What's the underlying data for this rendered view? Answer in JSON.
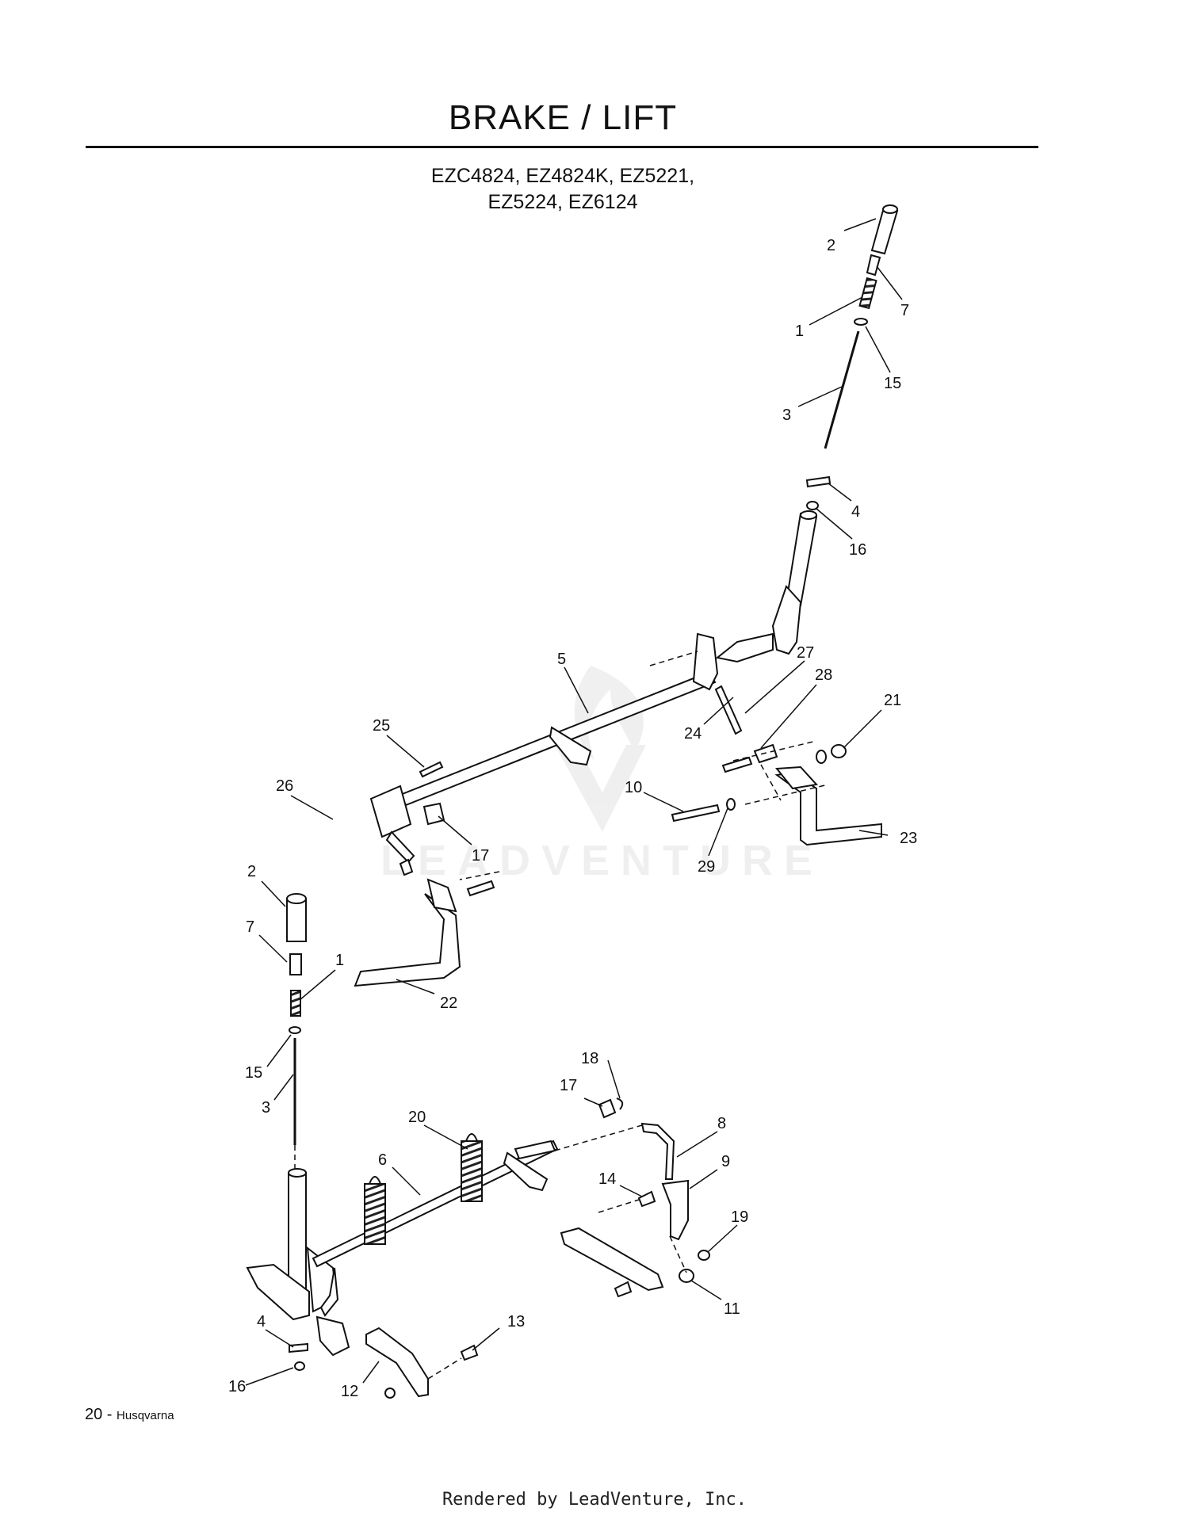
{
  "header": {
    "title": "BRAKE / LIFT",
    "models_line1": "EZC4824, EZ4824K, EZ5221,",
    "models_line2": "EZ5224, EZ6124"
  },
  "watermark": {
    "text": "LEADVENTURE"
  },
  "callouts": [
    {
      "id": "c2a",
      "label": "2"
    },
    {
      "id": "c7a",
      "label": "7"
    },
    {
      "id": "c1a",
      "label": "1"
    },
    {
      "id": "c15a",
      "label": "15"
    },
    {
      "id": "c3a",
      "label": "3"
    },
    {
      "id": "c4a",
      "label": "4"
    },
    {
      "id": "c16a",
      "label": "16"
    },
    {
      "id": "c27",
      "label": "27"
    },
    {
      "id": "c28",
      "label": "28"
    },
    {
      "id": "c21",
      "label": "21"
    },
    {
      "id": "c5",
      "label": "5"
    },
    {
      "id": "c24",
      "label": "24"
    },
    {
      "id": "c25",
      "label": "25"
    },
    {
      "id": "c26",
      "label": "26"
    },
    {
      "id": "c17a",
      "label": "17"
    },
    {
      "id": "c10",
      "label": "10"
    },
    {
      "id": "c29",
      "label": "29"
    },
    {
      "id": "c23",
      "label": "23"
    },
    {
      "id": "c22",
      "label": "22"
    },
    {
      "id": "c2b",
      "label": "2"
    },
    {
      "id": "c7b",
      "label": "7"
    },
    {
      "id": "c1b",
      "label": "1"
    },
    {
      "id": "c15b",
      "label": "15"
    },
    {
      "id": "c3b",
      "label": "3"
    },
    {
      "id": "c18",
      "label": "18"
    },
    {
      "id": "c17b",
      "label": "17"
    },
    {
      "id": "c20",
      "label": "20"
    },
    {
      "id": "c8",
      "label": "8"
    },
    {
      "id": "c6",
      "label": "6"
    },
    {
      "id": "c9",
      "label": "9"
    },
    {
      "id": "c14",
      "label": "14"
    },
    {
      "id": "c19",
      "label": "19"
    },
    {
      "id": "c11",
      "label": "11"
    },
    {
      "id": "c13",
      "label": "13"
    },
    {
      "id": "c4b",
      "label": "4"
    },
    {
      "id": "c16b",
      "label": "16"
    },
    {
      "id": "c12",
      "label": "12"
    }
  ],
  "footer": {
    "page_number": "20",
    "separator": " - ",
    "brand": "Husqvarna",
    "rendered_by": "Rendered by LeadVenture, Inc."
  }
}
